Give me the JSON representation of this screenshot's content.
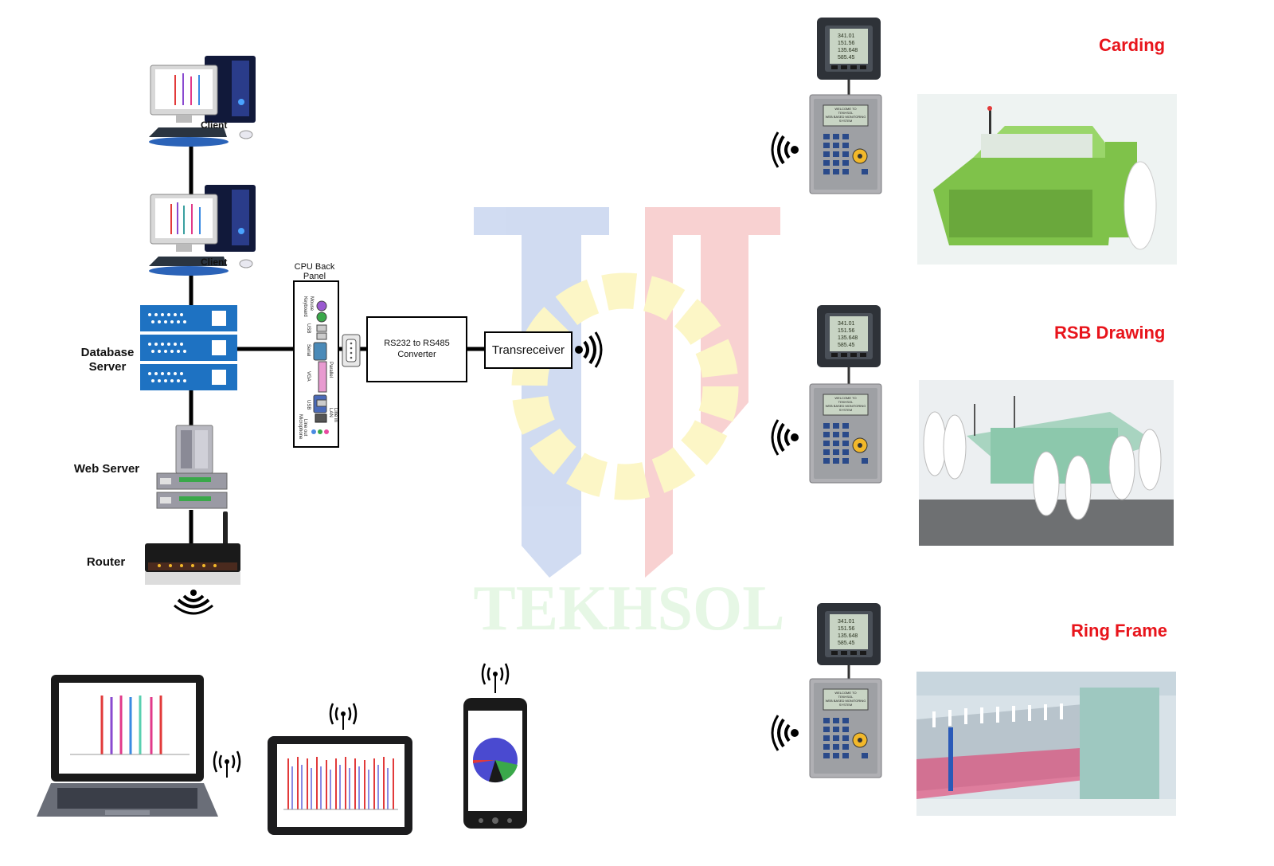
{
  "watermark": {
    "text": "TEKHSOL"
  },
  "left_stack": {
    "client_pc_1": {
      "label": "Client"
    },
    "client_pc_2": {
      "label": "Client"
    },
    "database_server": {
      "label_line1": "Database",
      "label_line2": "Server"
    },
    "web_server": {
      "label": "Web Server"
    },
    "router": {
      "label": "Router"
    }
  },
  "cpu_panel": {
    "title_line1": "CPU Back",
    "title_line2": "Panel",
    "port_labels": [
      "Mouse",
      "Keyboard",
      "USB",
      "Serial",
      "Parallel",
      "VGA",
      "USB",
      "LAN",
      "Line in",
      "Line out",
      "Microphone"
    ]
  },
  "converter": {
    "line1": "RS232 to RS485",
    "line2": "Converter"
  },
  "transreceiver": {
    "label": "Transreceiver"
  },
  "meter_display": {
    "lines": [
      "341.01",
      "151.56",
      "135.648",
      "585.45"
    ]
  },
  "controller_display": {
    "line1": "WELCOME TO",
    "line2": "TEKHSOL",
    "line3": "WEB BASED MONITORING",
    "line4": "SYSTEM"
  },
  "machines": [
    {
      "name": "Carding"
    },
    {
      "name": "RSB Drawing"
    },
    {
      "name": "Ring Frame"
    }
  ],
  "colors": {
    "accent_red": "#e8141b",
    "server_blue": "#1e72c2",
    "machine_green": "#7fc24a",
    "watermark_blue": "#9db3e0",
    "watermark_red": "#f0a4a4",
    "watermark_yellow": "#f6e66a"
  }
}
